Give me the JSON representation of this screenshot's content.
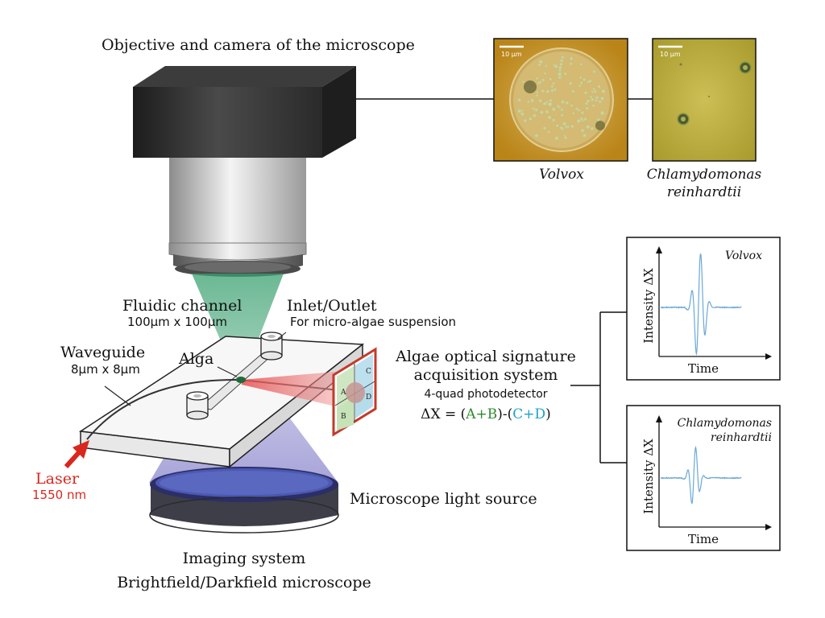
{
  "labels": {
    "objective_title": "Objective and camera of the microscope",
    "fluidic_channel": "Fluidic channel",
    "fluidic_channel_size": "100µm x 100µm",
    "inlet_outlet": "Inlet/Outlet",
    "inlet_outlet_sub": "For micro-algae suspension",
    "waveguide": "Waveguide",
    "waveguide_size": "8µm x 8µm",
    "alga": "Alga",
    "laser": "Laser",
    "laser_wavelength": "1550 nm",
    "acq_line1": "Algae optical signature",
    "acq_line2": "acquisition system",
    "photodetector": "4-quad photodetector",
    "formula_prefix": "ΔX = (",
    "formula_ab": "A+B",
    "formula_mid": ")-(",
    "formula_cd": "C+D",
    "formula_suffix": ")",
    "light_source": "Microscope light source",
    "imaging_line1": "Imaging system",
    "imaging_line2": "Brightfield/Darkfield microscope",
    "quad_a": "A",
    "quad_b": "B",
    "quad_c": "C",
    "quad_d": "D"
  },
  "micrographs": [
    {
      "scale_bar": "10 µm",
      "caption_line1": "Volvox",
      "caption_line2": ""
    },
    {
      "scale_bar": "10 µm",
      "caption_line1": "Chlamydomonas",
      "caption_line2": "reinhardtii"
    }
  ],
  "signal_plots": [
    {
      "name_line1": "Volvox",
      "name_line2": "",
      "ylabel": "Intensity ΔX",
      "xlabel": "Time"
    },
    {
      "name_line1": "Chlamydomonas",
      "name_line2": "reinhardtii",
      "ylabel": "Intensity ΔX",
      "xlabel": "Time"
    }
  ],
  "colors": {
    "laser_red": "#d9271e",
    "ab_green": "#2e8b2e",
    "cd_cyan": "#1ba3c6",
    "signal_blue": "#6aa8d8",
    "beam_green": "#3aa070",
    "light_purple": "#8a86cc",
    "micrograph_amber": "#c8961e",
    "micrograph_olive": "#b8ad3a"
  }
}
